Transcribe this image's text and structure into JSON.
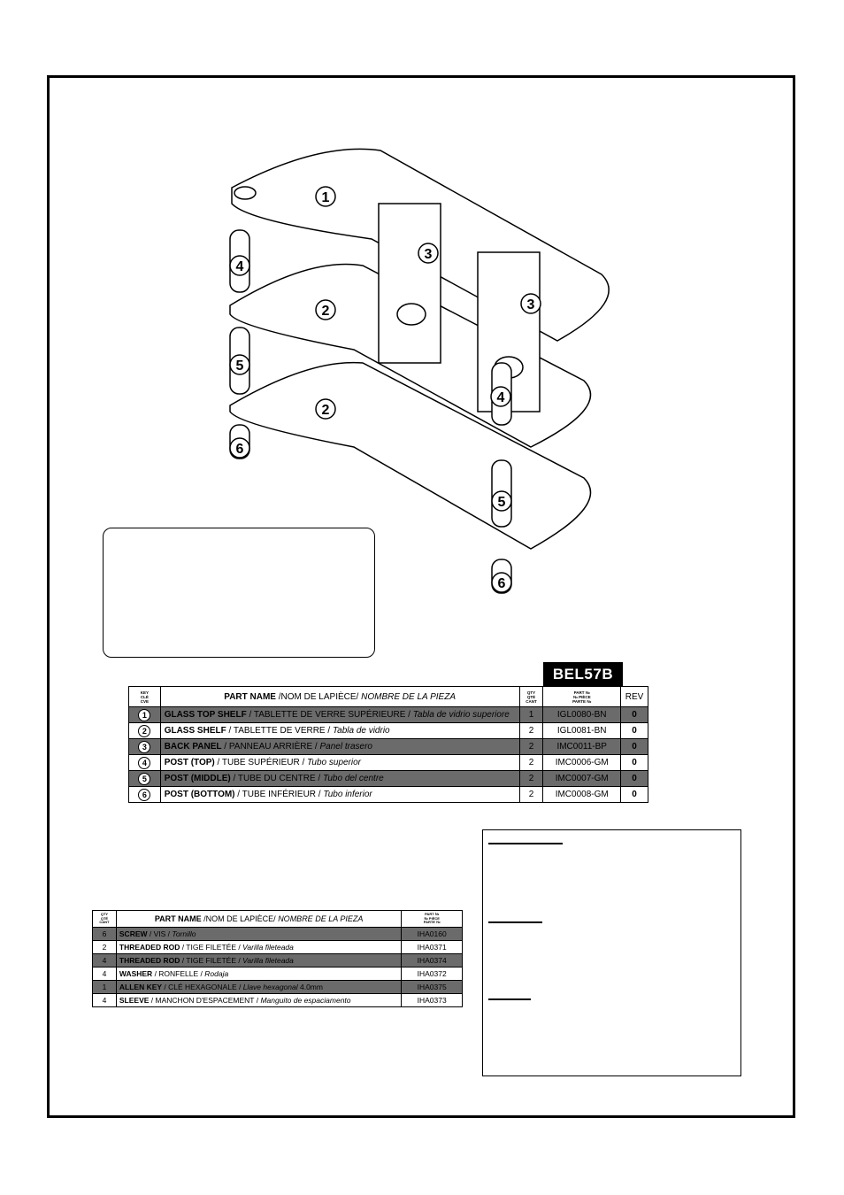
{
  "model": "BEL57B",
  "diagram_labels": [
    "1",
    "2",
    "2",
    "3",
    "3",
    "4",
    "4",
    "5",
    "5",
    "6",
    "6"
  ],
  "parts_table": {
    "headers": {
      "key": [
        "KEY",
        "CLÉ",
        "CVE"
      ],
      "name_bold": "PART NAME",
      "name_fr": " /NOM DE LAPIÈCE/ ",
      "name_es": "NOMBRE DE LA PIEZA",
      "qty": [
        "QTY",
        "QTÉ",
        "CANT"
      ],
      "part_no": [
        "PART №",
        "№ PIÈCE",
        "PARTE №"
      ],
      "rev": "REV"
    },
    "rows": [
      {
        "key": "1",
        "en": "GLASS TOP SHELF",
        "fr": " / TABLETTE DE VERRE SUPÉRIEURE / ",
        "es": "Tabla de vidrio superiore",
        "qty": "1",
        "part": "IGL0080-BN",
        "rev": "0"
      },
      {
        "key": "2",
        "en": "GLASS SHELF",
        "fr": " / TABLETTE DE VERRE / ",
        "es": "Tabla de vidrio",
        "qty": "2",
        "part": "IGL0081-BN",
        "rev": "0"
      },
      {
        "key": "3",
        "en": "BACK PANEL",
        "fr": " / PANNEAU ARRIÈRE / ",
        "es": "Panel trasero",
        "qty": "2",
        "part": "IMC0011-BP",
        "rev": "0"
      },
      {
        "key": "4",
        "en": "POST (TOP)",
        "fr": " / TUBE SUPÉRIEUR / ",
        "es": "Tubo superior",
        "qty": "2",
        "part": "IMC0006-GM",
        "rev": "0"
      },
      {
        "key": "5",
        "en": "POST (MIDDLE)",
        "fr": " / TUBE DU CENTRE / ",
        "es": "Tubo del centre",
        "qty": "2",
        "part": "IMC0007-GM",
        "rev": "0"
      },
      {
        "key": "6",
        "en": "POST (BOTTOM)",
        "fr": " / TUBE INFÉRIEUR / ",
        "es": "Tubo inferior",
        "qty": "2",
        "part": "IMC0008-GM",
        "rev": "0"
      }
    ]
  },
  "hardware_table": {
    "headers": {
      "qty": [
        "QTY",
        "QTÉ",
        "CANT"
      ],
      "name_bold": "PART NAME",
      "name_fr": " /NOM DE LAPIÈCE/ ",
      "name_es": "NOMBRE DE LA PIEZA",
      "part_no": [
        "PART №",
        "№ PIÈCE",
        "PARTE №"
      ]
    },
    "rows": [
      {
        "qty": "6",
        "en": "SCREW",
        "fr": " / VIS / ",
        "es": "Tornillo",
        "extra": "",
        "part": "IHA0160"
      },
      {
        "qty": "2",
        "en": "THREADED ROD",
        "fr": " / TIGE FILETÉE / ",
        "es": "Varilla fileteada",
        "extra": "",
        "part": "IHA0371"
      },
      {
        "qty": "4",
        "en": "THREADED ROD",
        "fr": " / TIGE FILETÉE / ",
        "es": "Varilla fileteada",
        "extra": "",
        "part": "IHA0374"
      },
      {
        "qty": "4",
        "en": "WASHER",
        "fr": " / RONFELLE / ",
        "es": "Rodaja",
        "extra": "",
        "part": "IHA0372"
      },
      {
        "qty": "1",
        "en": "ALLEN KEY",
        "fr": " / CLÉ HEXAGONALE / ",
        "es": "Llave hexagonal",
        "extra": "   4.0mm",
        "part": "IHA0375"
      },
      {
        "qty": "4",
        "en": "SLEEVE",
        "fr": " / MANCHON D'ESPACEMENT / ",
        "es": "Manguito de espaciamento",
        "extra": "",
        "part": "IHA0373"
      }
    ]
  }
}
